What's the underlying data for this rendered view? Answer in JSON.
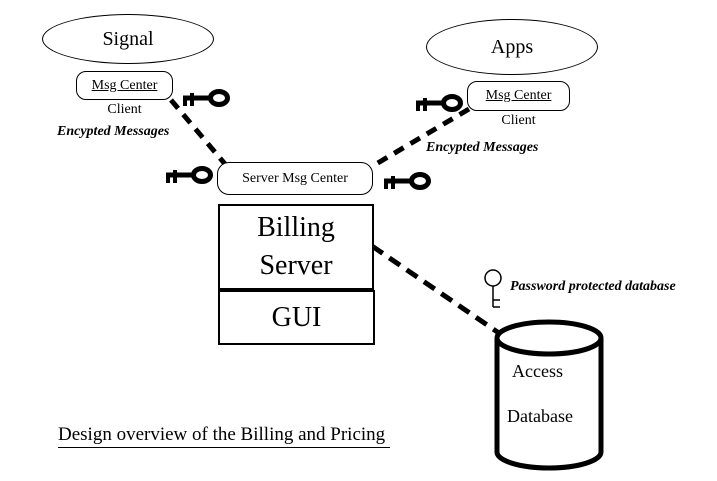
{
  "diagram": {
    "title": "Design overview of the Billing and Pricing",
    "signal_ellipse": {
      "label": "Signal"
    },
    "apps_ellipse": {
      "label": "Apps"
    },
    "left_client": {
      "box_label": "Msg Center",
      "sub_label": "Client",
      "note": "Encypted Messages"
    },
    "right_client": {
      "box_label": "Msg Center",
      "sub_label": "Client",
      "note": "Encypted Messages"
    },
    "server_box": {
      "label": "Server Msg Center"
    },
    "billing_server": {
      "line1": "Billing",
      "line2": "Server"
    },
    "gui_box": {
      "label": "GUI"
    },
    "database": {
      "line1": "Access",
      "line2": "Database",
      "note": "Password protected database"
    },
    "icons": {
      "encryption_key": "key-icon",
      "password_key": "vertical-key-icon"
    },
    "colors": {
      "ink": "#000000",
      "background": "#ffffff"
    }
  }
}
